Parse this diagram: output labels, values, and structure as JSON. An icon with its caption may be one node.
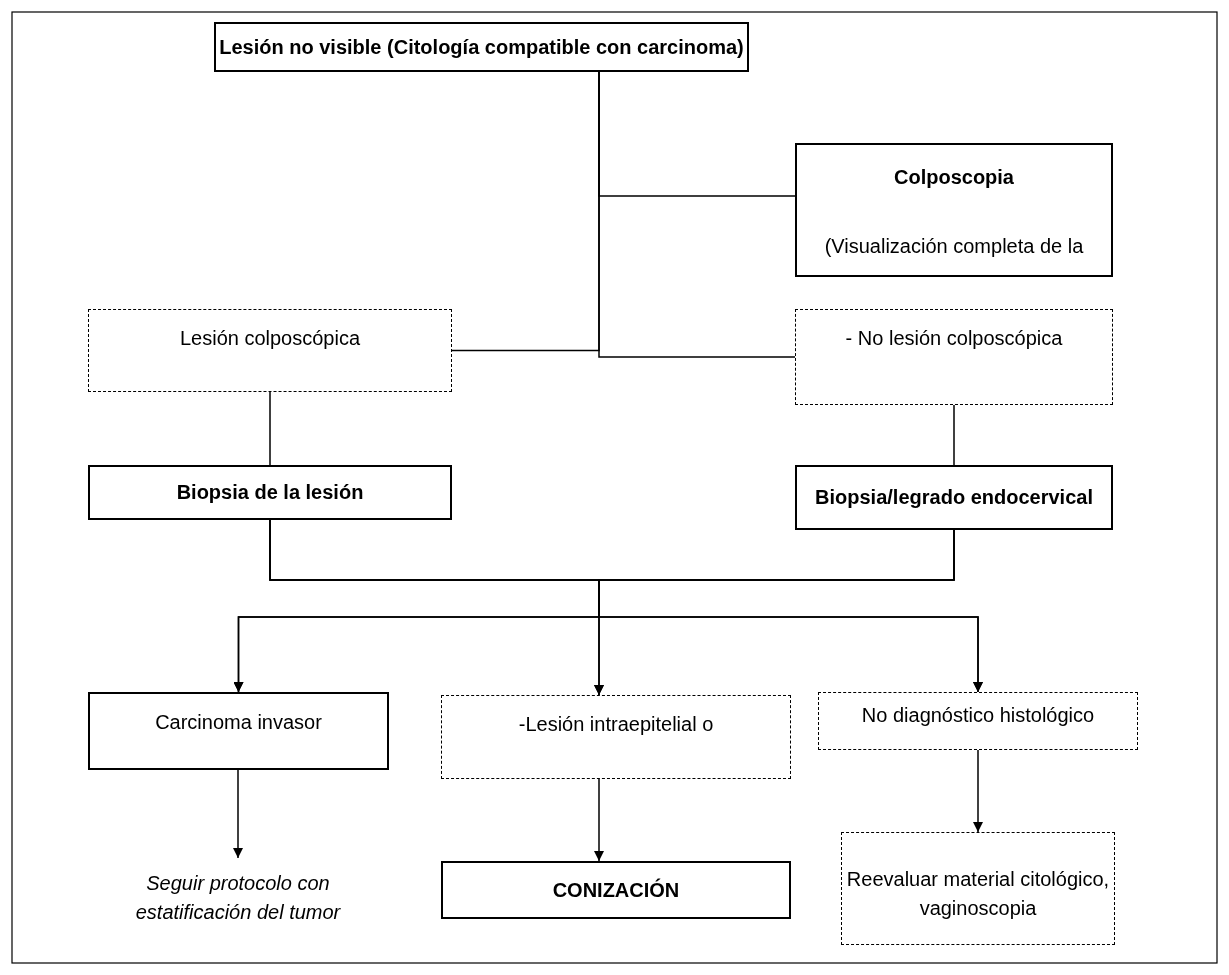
{
  "diagram": {
    "nodes": [
      {
        "text": [
          "Lesión no visible (Citología compatible con carcinoma)"
        ]
      },
      {
        "text": [
          "Colposcopia",
          "(Visualización completa de la"
        ]
      },
      {
        "text": [
          "Lesión colposcópica"
        ]
      },
      {
        "text": [
          "- No lesión colposcópica"
        ]
      },
      {
        "text": [
          "Biopsia de la lesión"
        ]
      },
      {
        "text": [
          "Biopsia/legrado endocervical"
        ]
      },
      {
        "text": [
          "Carcinoma invasor"
        ]
      },
      {
        "text": [
          "-Lesión intraepitelial o"
        ]
      },
      {
        "text": [
          "No diagnóstico histológico"
        ]
      },
      {
        "text": [
          "Seguir protocolo con estatificación del tumor"
        ]
      },
      {
        "text": [
          "CONIZACIÓN"
        ]
      },
      {
        "text": [
          "Reevaluar material citológico, vaginoscopia"
        ]
      }
    ],
    "edges": [
      {
        "from": 0,
        "to": 1,
        "arrow": "none"
      },
      {
        "from": 0,
        "to": 2,
        "arrow": "none"
      },
      {
        "from": 0,
        "to": 3,
        "arrow": "none"
      },
      {
        "from": 2,
        "to": 4,
        "arrow": "none"
      },
      {
        "from": 3,
        "to": 5,
        "arrow": "none"
      },
      {
        "from": 4,
        "to": 6,
        "arrow": "to"
      },
      {
        "from": 4,
        "to": 7,
        "arrow": "to"
      },
      {
        "from": 4,
        "to": 8,
        "arrow": "to"
      },
      {
        "from": 5,
        "to": 6,
        "arrow": "to"
      },
      {
        "from": 5,
        "to": 7,
        "arrow": "to"
      },
      {
        "from": 5,
        "to": 8,
        "arrow": "to"
      },
      {
        "from": 6,
        "to": 9,
        "arrow": "to"
      },
      {
        "from": 7,
        "to": 10,
        "arrow": "to"
      },
      {
        "from": 8,
        "to": 11,
        "arrow": "to"
      }
    ]
  }
}
